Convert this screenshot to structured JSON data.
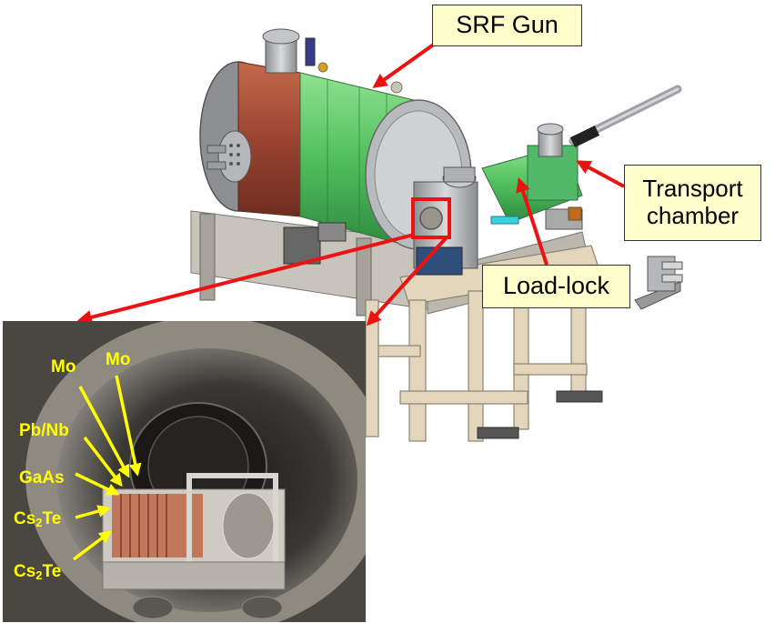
{
  "callouts": {
    "srf_gun": "SRF Gun",
    "transport_line1": "Transport",
    "transport_line2": "chamber",
    "load_lock": "Load-lock"
  },
  "photo_labels": {
    "mo_left": "Mo",
    "mo_right": "Mo",
    "pbnb": "Pb/Nb",
    "gaas": "GaAs",
    "cs2te_1_base": "Cs",
    "cs2te_1_sub": "2",
    "cs2te_1_rest": "Te",
    "cs2te_2_base": "Cs",
    "cs2te_2_sub": "2",
    "cs2te_2_rest": "Te"
  },
  "colors": {
    "arrow_red": "#ee1111",
    "label_yellow": "#ffff00",
    "callout_fill": "#ffffcc",
    "cryostat_green": "#5fcf6a",
    "cryostat_red": "#a04a32",
    "frame_tan": "#e3d6bd",
    "steel_gray": "#a9abad"
  }
}
